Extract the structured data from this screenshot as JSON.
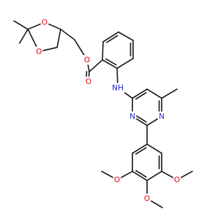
{
  "atom_labels": {
    "O_ring_top": "O",
    "O_ring_bottom": "O",
    "O_ester": "O",
    "O_carbonyl": "O",
    "NH": "NH",
    "N_pyr_right": "N",
    "N_pyr_bottom": "N",
    "O_methoxy_left": "O",
    "O_methoxy_center": "O",
    "O_methoxy_right": "O"
  },
  "colors": {
    "bond": "#1a1a1a",
    "oxygen": "#e8000b",
    "nitrogen": "#2020d0"
  }
}
